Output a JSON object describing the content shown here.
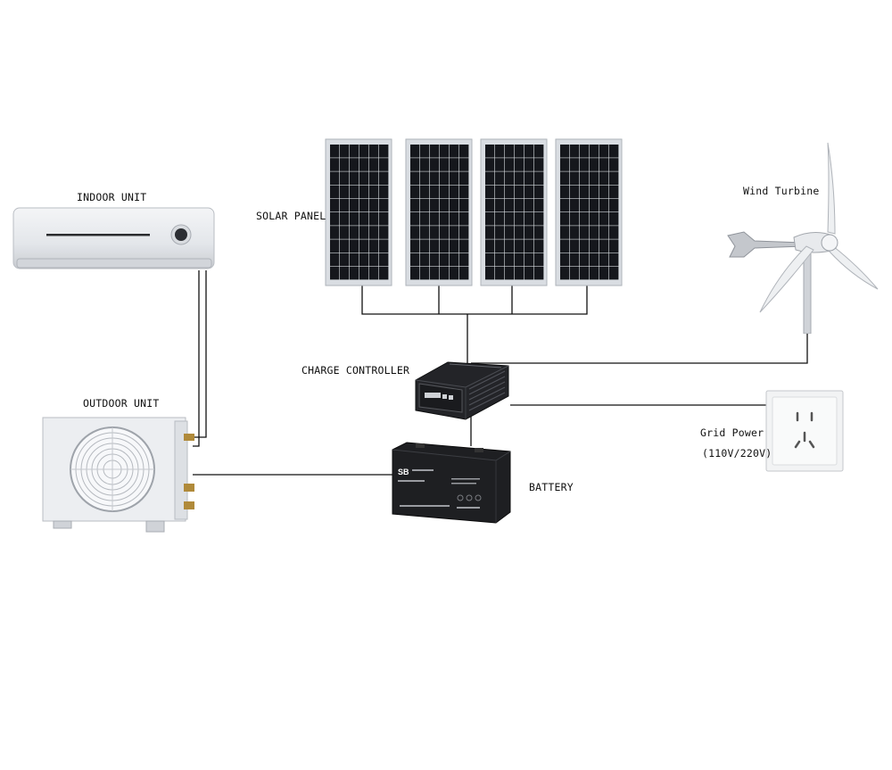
{
  "labels": {
    "indoor_unit": "INDOOR UNIT",
    "outdoor_unit": "OUTDOOR UNIT",
    "solar_panel": "SOLAR PANEL",
    "charge_controller": "CHARGE CONTROLLER",
    "battery": "BATTERY",
    "wind_turbine": "Wind Turbine",
    "grid_power": "Grid Power",
    "grid_voltage": "(110V/220V)"
  },
  "battery_brand": "SB",
  "colors": {
    "wire": "#111111",
    "panel_cell": "#15171c",
    "panel_frame": "#d9dde2",
    "ac_body": "#e9ebee",
    "device_dark": "#1d1e21"
  },
  "icons": [
    "solar-panel",
    "wind-turbine",
    "indoor-ac-unit",
    "outdoor-ac-unit",
    "charge-controller",
    "battery",
    "wall-socket"
  ]
}
